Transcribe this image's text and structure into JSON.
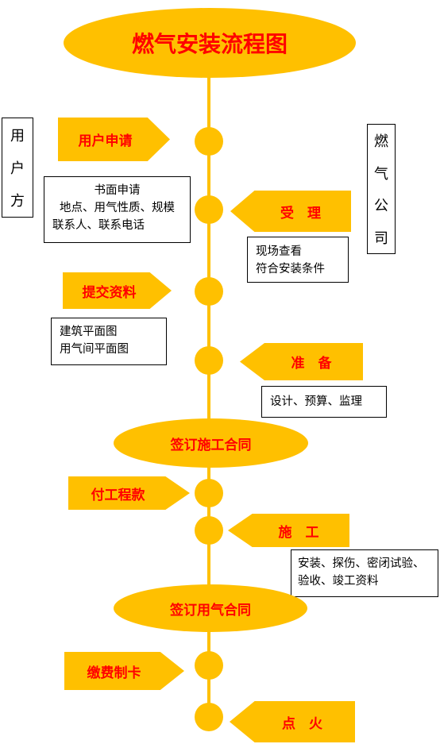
{
  "title": "燃气安装流程图",
  "sides": {
    "user": [
      "用",
      "户",
      "方"
    ],
    "company": [
      "燃",
      "气",
      "公",
      "司"
    ]
  },
  "steps": {
    "apply": "用户申请",
    "accept": "受　理",
    "submit": "提交资料",
    "prepare": "准　备",
    "sign_contract": "签订施工合同",
    "pay": "付工程款",
    "construct": "施　工",
    "sign_gas": "签订用气合同",
    "card": "缴费制卡",
    "ignite": "点　火"
  },
  "notes": {
    "apply": [
      "书面申请",
      "地点、用气性质、规模",
      "联系人、联系电话"
    ],
    "accept": [
      "现场查看",
      "符合安装条件"
    ],
    "submit": [
      "建筑平面图",
      "用气间平面图"
    ],
    "prepare": [
      "设计、预算、监理"
    ],
    "construct": [
      "安装、探伤、密闭试验、",
      "验收、竣工资料"
    ]
  },
  "colors": {
    "shape_fill": "#FFC000",
    "label_text": "#FF0000",
    "note_border": "#000000"
  }
}
